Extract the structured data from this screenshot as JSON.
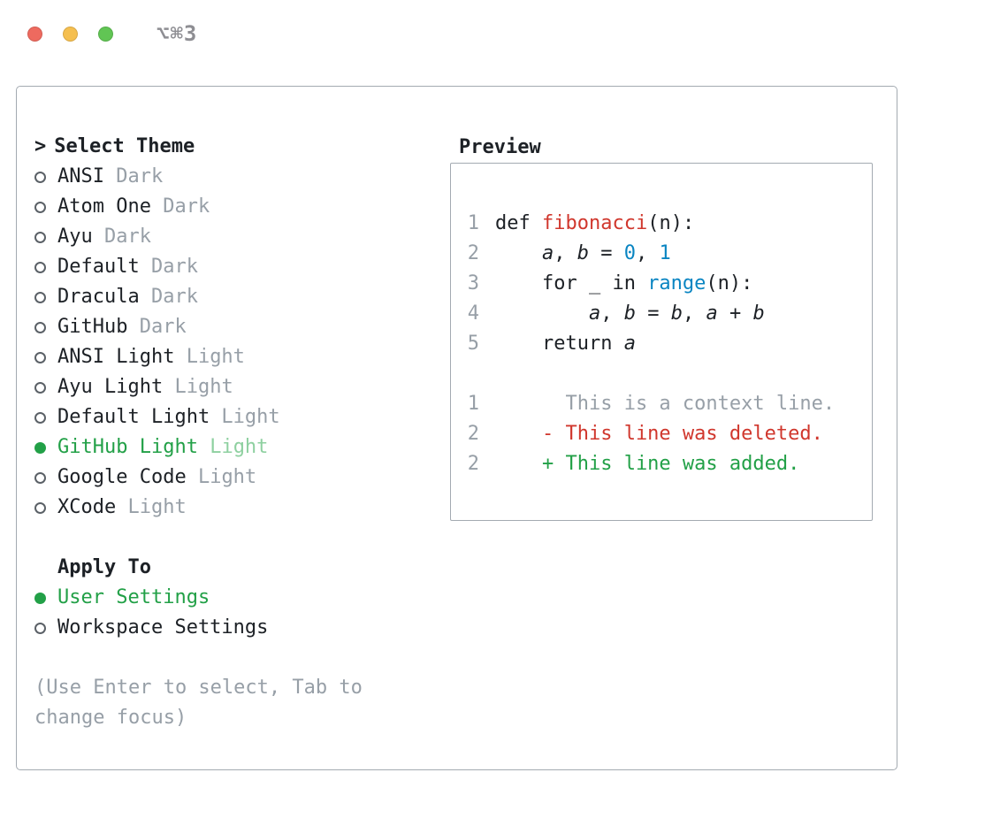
{
  "window": {
    "shortcut_label": "⌥⌘3",
    "traffic_lights": [
      "close",
      "minimize",
      "zoom"
    ]
  },
  "theme_selector": {
    "prompt": ">",
    "title": "Select Theme",
    "items": [
      {
        "name": "ANSI",
        "variant": "Dark",
        "selected": false
      },
      {
        "name": "Atom One",
        "variant": "Dark",
        "selected": false
      },
      {
        "name": "Ayu",
        "variant": "Dark",
        "selected": false
      },
      {
        "name": "Default",
        "variant": "Dark",
        "selected": false
      },
      {
        "name": "Dracula",
        "variant": "Dark",
        "selected": false
      },
      {
        "name": "GitHub",
        "variant": "Dark",
        "selected": false
      },
      {
        "name": "ANSI Light",
        "variant": "Light",
        "selected": false
      },
      {
        "name": "Ayu Light",
        "variant": "Light",
        "selected": false
      },
      {
        "name": "Default Light",
        "variant": "Light",
        "selected": false
      },
      {
        "name": "GitHub Light",
        "variant": "Light",
        "selected": true
      },
      {
        "name": "Google Code",
        "variant": "Light",
        "selected": false
      },
      {
        "name": "XCode",
        "variant": "Light",
        "selected": false
      }
    ],
    "apply_to": {
      "title": "Apply To",
      "options": [
        {
          "label": "User Settings",
          "selected": true
        },
        {
          "label": "Workspace Settings",
          "selected": false
        }
      ]
    },
    "hint": "(Use Enter to select, Tab to change focus)"
  },
  "preview": {
    "title": "Preview",
    "lines": [
      {
        "num": "1",
        "tokens": [
          {
            "t": "def "
          },
          {
            "t": "fibonacci",
            "c": "red"
          },
          {
            "t": "(n):"
          }
        ]
      },
      {
        "num": "2",
        "tokens": [
          {
            "t": "    "
          },
          {
            "t": "a",
            "i": true
          },
          {
            "t": ", "
          },
          {
            "t": "b",
            "i": true
          },
          {
            "t": " = "
          },
          {
            "t": "0",
            "c": "blue"
          },
          {
            "t": ", "
          },
          {
            "t": "1",
            "c": "blue"
          }
        ]
      },
      {
        "num": "3",
        "tokens": [
          {
            "t": "    for _ in "
          },
          {
            "t": "range",
            "c": "blue"
          },
          {
            "t": "(n):"
          }
        ]
      },
      {
        "num": "4",
        "tokens": [
          {
            "t": "        "
          },
          {
            "t": "a",
            "i": true
          },
          {
            "t": ", "
          },
          {
            "t": "b",
            "i": true
          },
          {
            "t": " = "
          },
          {
            "t": "b",
            "i": true
          },
          {
            "t": ", "
          },
          {
            "t": "a",
            "i": true
          },
          {
            "t": " + "
          },
          {
            "t": "b",
            "i": true
          }
        ]
      },
      {
        "num": "5",
        "tokens": [
          {
            "t": "    return "
          },
          {
            "t": "a",
            "i": true
          }
        ]
      },
      {
        "num": "",
        "tokens": []
      },
      {
        "num": "1",
        "tokens": [
          {
            "t": "      This is a context line.",
            "c": "gray"
          }
        ]
      },
      {
        "num": "2",
        "tokens": [
          {
            "t": "    - This line was deleted.",
            "c": "red"
          }
        ]
      },
      {
        "num": "2",
        "tokens": [
          {
            "t": "    + This line was added.",
            "c": "green"
          }
        ]
      }
    ]
  },
  "colors": {
    "green": "#22a047",
    "green_light": "#8ed0a0",
    "red": "#d0372d",
    "blue": "#0a85c2",
    "gray": "#979fa7",
    "text": "#1d2126",
    "border": "#a3aab1",
    "traffic_red": "#ee6a5f",
    "traffic_yellow": "#f5bf4f",
    "traffic_green": "#61c554"
  }
}
